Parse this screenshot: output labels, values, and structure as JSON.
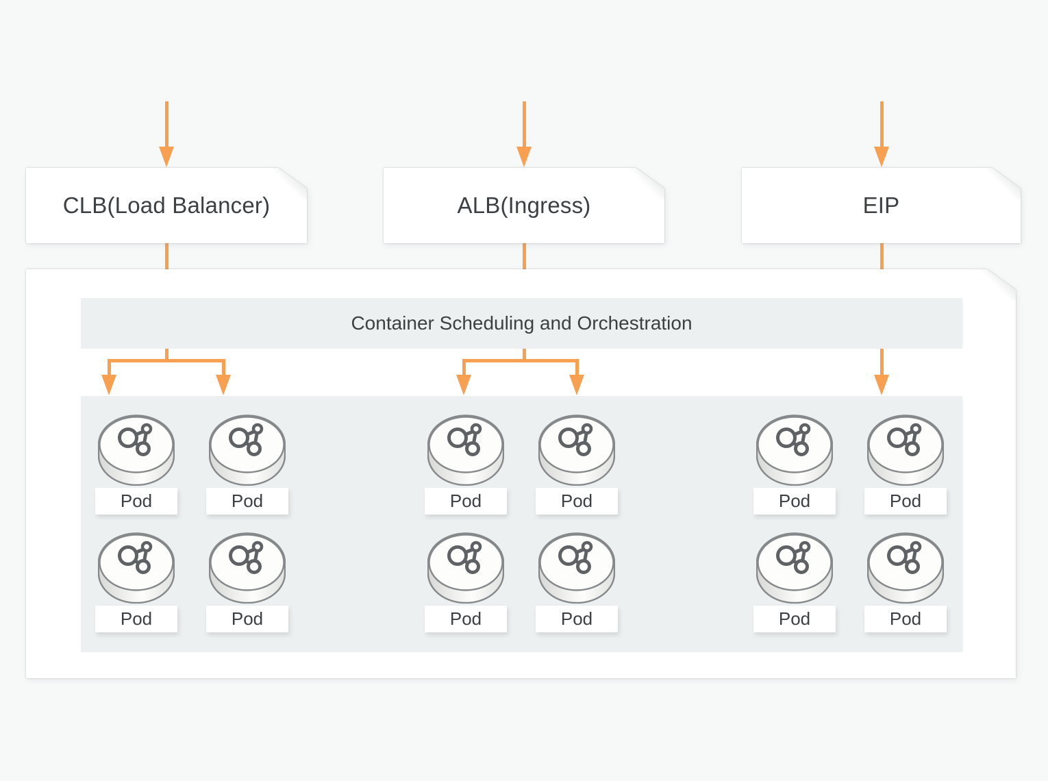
{
  "diagram": {
    "nodes": {
      "clb": {
        "label": "CLB(Load Balancer)"
      },
      "alb": {
        "label": "ALB(Ingress)"
      },
      "eip": {
        "label": "EIP"
      }
    },
    "cluster": {
      "header": "Container Scheduling and Orchestration",
      "pod_groups": [
        {
          "name": "clb-pods",
          "pods": [
            "Pod",
            "Pod",
            "Pod",
            "Pod"
          ]
        },
        {
          "name": "alb-pods",
          "pods": [
            "Pod",
            "Pod",
            "Pod",
            "Pod"
          ]
        },
        {
          "name": "eip-pods",
          "pods": [
            "Pod",
            "Pod",
            "Pod",
            "Pod"
          ]
        }
      ]
    },
    "colors": {
      "arrow_orange": "#F8A052",
      "panel_gray": "#EDF0F1",
      "box_white": "#FFFFFF",
      "text_dark": "#3C4043"
    },
    "icons": {
      "pod": "molecule-cluster-icon"
    }
  }
}
